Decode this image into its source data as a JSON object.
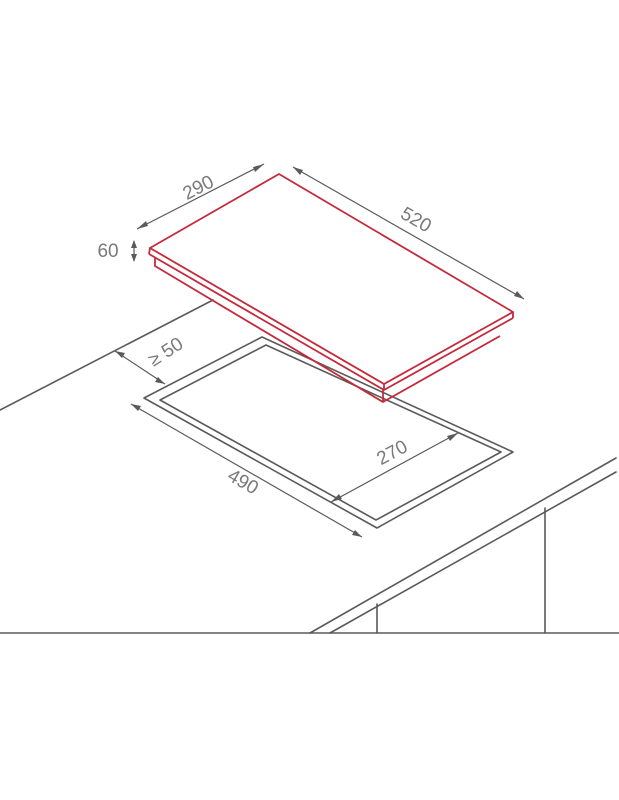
{
  "colors": {
    "outline": "#5a5a5a",
    "hob_outline": "#c42a3c",
    "label": "#7a7a7a",
    "background": "#ffffff"
  },
  "dimensions": {
    "hob_width": "290",
    "hob_length": "520",
    "hob_height": "60",
    "front_clearance": "≥ 50",
    "cutout_width": "270",
    "cutout_length": "490"
  }
}
